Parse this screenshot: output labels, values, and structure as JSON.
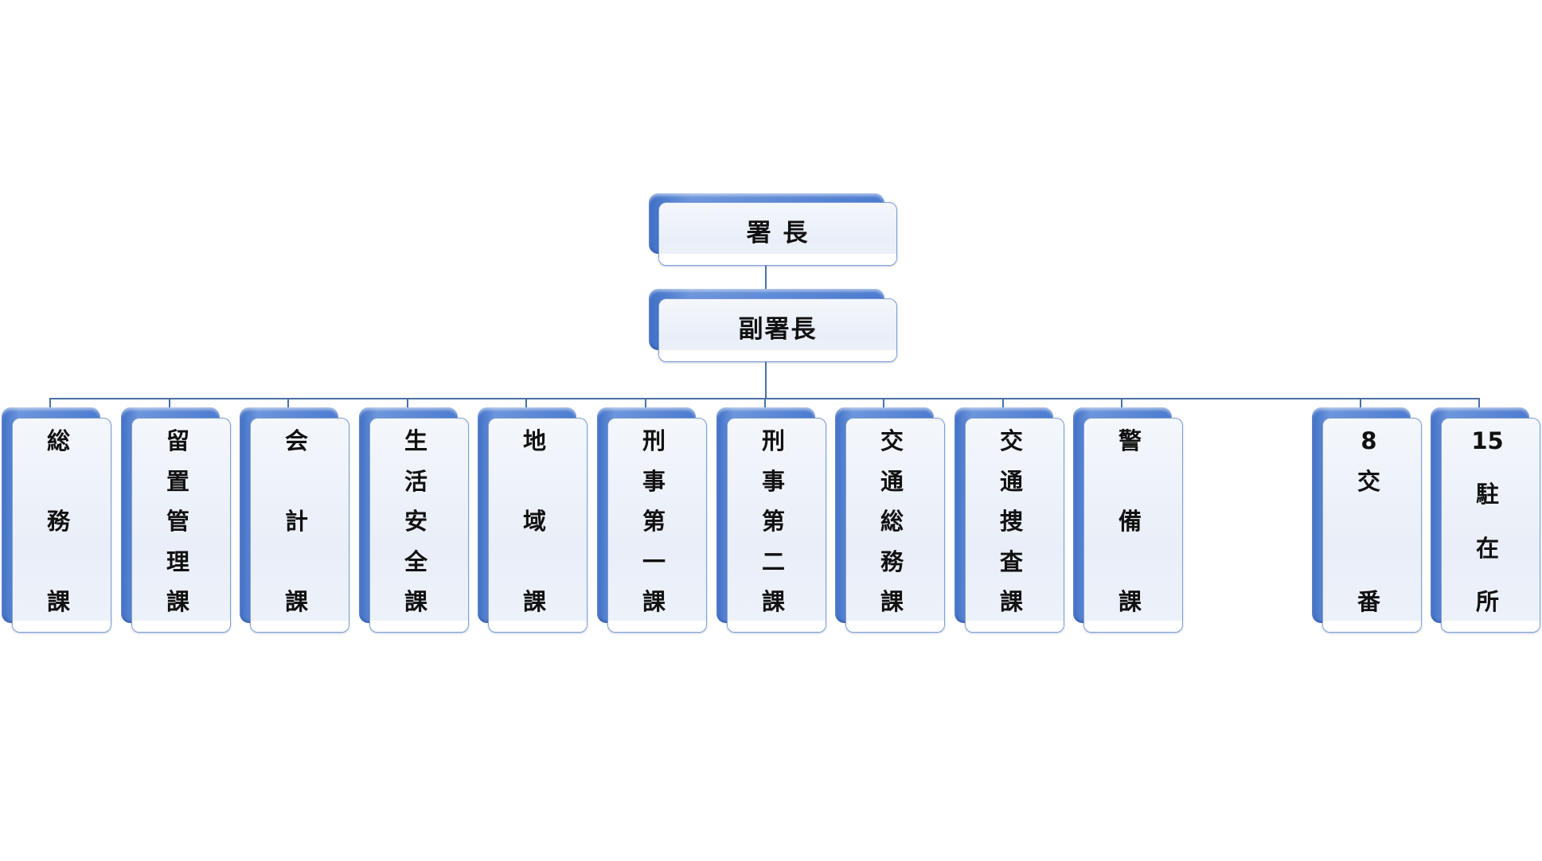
{
  "chart": {
    "top": {
      "label": "署 長"
    },
    "deputy": {
      "label": "副署長"
    },
    "units": [
      {
        "label": "総務課",
        "chars": [
          "総",
          "",
          "務",
          "",
          "課"
        ]
      },
      {
        "label": "留置管理課",
        "chars": [
          "留",
          "置",
          "管",
          "理",
          "課"
        ]
      },
      {
        "label": "会計課",
        "chars": [
          "会",
          "",
          "計",
          "",
          "課"
        ]
      },
      {
        "label": "生活安全課",
        "chars": [
          "生",
          "活",
          "安",
          "全",
          "課"
        ]
      },
      {
        "label": "地域課",
        "chars": [
          "地",
          "",
          "域",
          "",
          "課"
        ]
      },
      {
        "label": "刑事第一課",
        "chars": [
          "刑",
          "事",
          "第",
          "一",
          "課"
        ]
      },
      {
        "label": "刑事第二課",
        "chars": [
          "刑",
          "事",
          "第",
          "二",
          "課"
        ]
      },
      {
        "label": "交通総務課",
        "chars": [
          "交",
          "通",
          "総",
          "務",
          "課"
        ]
      },
      {
        "label": "交通捜査課",
        "chars": [
          "交",
          "通",
          "捜",
          "査",
          "課"
        ]
      },
      {
        "label": "警備課",
        "chars": [
          "警",
          "",
          "備",
          "",
          "課"
        ]
      }
    ],
    "outposts": [
      {
        "label": "8交番",
        "chars": [
          "8",
          "交",
          "",
          "",
          "番"
        ]
      },
      {
        "label": "15駐在所",
        "chars": [
          "15",
          "駐",
          "在",
          "所"
        ]
      }
    ]
  },
  "colors": {
    "box_blue": "#4c7bd0",
    "box_fill": "#e9eef8",
    "connector": "#4a6fa5",
    "text": "#111111"
  }
}
